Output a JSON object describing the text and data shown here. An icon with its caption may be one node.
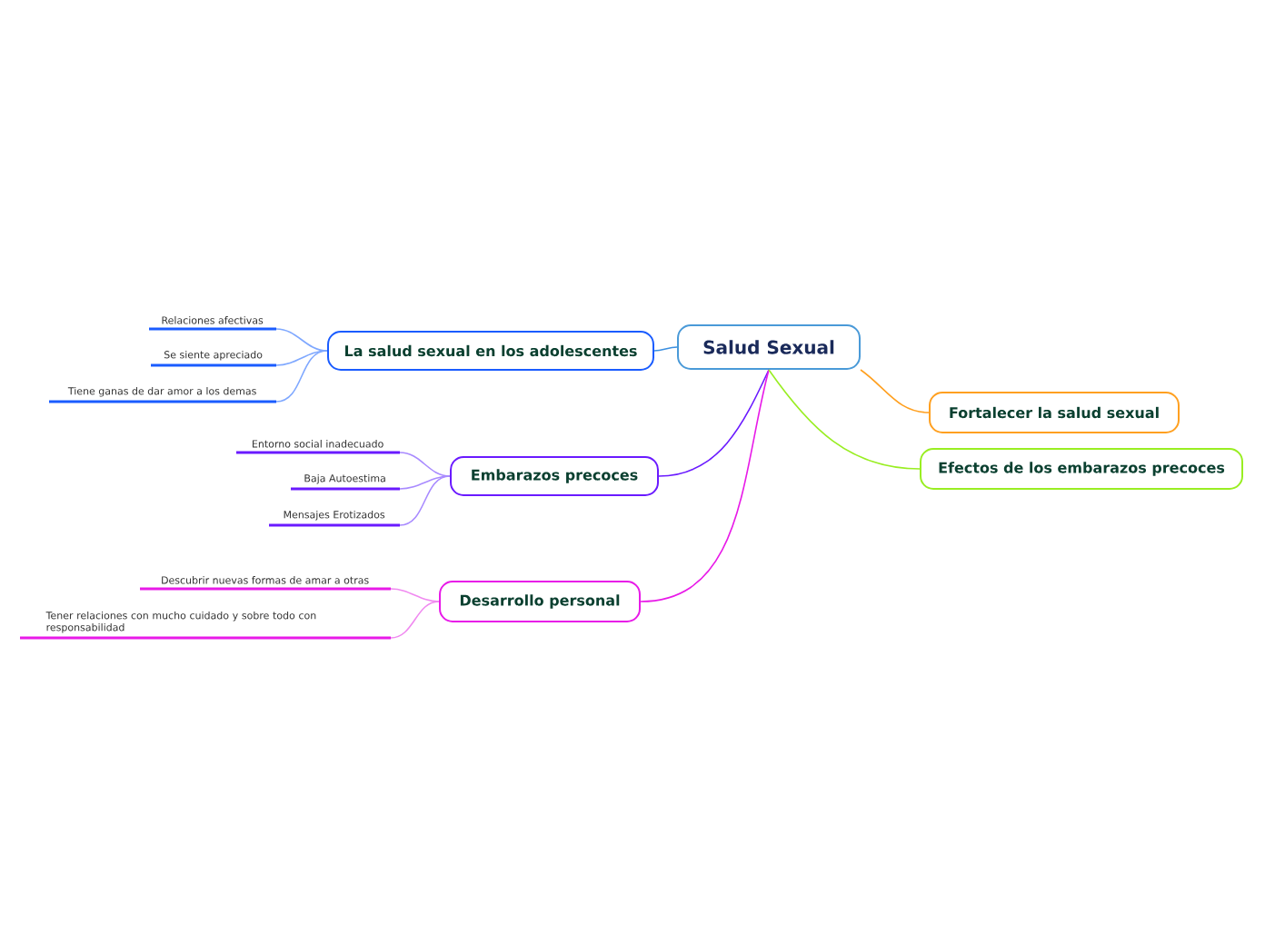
{
  "diagram": {
    "nodes": [
      {
        "text": [
          "Salud Sexual"
        ]
      },
      {
        "text": [
          "La salud sexual en los adolescentes"
        ]
      },
      {
        "text": [
          "Relaciones afectivas"
        ]
      },
      {
        "text": [
          "Se siente apreciado"
        ]
      },
      {
        "text": [
          "Tiene ganas de dar amor a los demas"
        ]
      },
      {
        "text": [
          "Embarazos precoces"
        ]
      },
      {
        "text": [
          "Entorno social inadecuado"
        ]
      },
      {
        "text": [
          "Baja Autoestima"
        ]
      },
      {
        "text": [
          "Mensajes Erotizados"
        ]
      },
      {
        "text": [
          "Desarrollo personal"
        ]
      },
      {
        "text": [
          "Descubrir nuevas formas de amar a otras"
        ]
      },
      {
        "text": [
          "Tener relaciones con mucho cuidado y sobre todo con responsabilidad"
        ]
      },
      {
        "text": [
          "Fortalecer la salud sexual"
        ]
      },
      {
        "text": [
          "Efectos de los embarazos precoces"
        ]
      }
    ],
    "edges": [
      {
        "from": 0,
        "to": 1,
        "arrow": "none",
        "color": "#3b8fe0"
      },
      {
        "from": 1,
        "to": 2,
        "arrow": "none",
        "color": "#7fa8ff"
      },
      {
        "from": 1,
        "to": 3,
        "arrow": "none",
        "color": "#7fa8ff"
      },
      {
        "from": 1,
        "to": 4,
        "arrow": "none",
        "color": "#7fa8ff"
      },
      {
        "from": 0,
        "to": 5,
        "arrow": "none",
        "color": "#6a1aff"
      },
      {
        "from": 5,
        "to": 6,
        "arrow": "none",
        "color": "#a98bff"
      },
      {
        "from": 5,
        "to": 7,
        "arrow": "none",
        "color": "#a98bff"
      },
      {
        "from": 5,
        "to": 8,
        "arrow": "none",
        "color": "#a98bff"
      },
      {
        "from": 0,
        "to": 9,
        "arrow": "none",
        "color": "#e81ae8"
      },
      {
        "from": 9,
        "to": 10,
        "arrow": "none",
        "color": "#f08af0"
      },
      {
        "from": 9,
        "to": 11,
        "arrow": "none",
        "color": "#f08af0"
      },
      {
        "from": 0,
        "to": 12,
        "arrow": "none",
        "color": "#ffa020"
      },
      {
        "from": 0,
        "to": 13,
        "arrow": "none",
        "color": "#99ee22"
      }
    ]
  }
}
